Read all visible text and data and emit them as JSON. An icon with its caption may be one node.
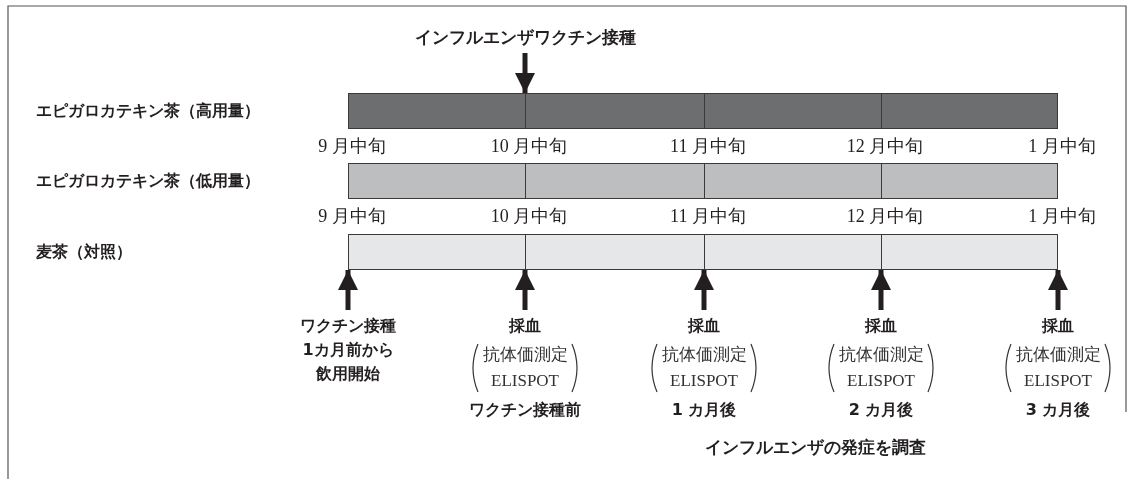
{
  "diagram": {
    "nodes": [
      {
        "text": [
          "インフルエンザワクチン接種"
        ]
      },
      {
        "text": [],
        "shape": "bar"
      },
      {
        "text": [],
        "shape": "bar"
      },
      {
        "text": [],
        "shape": "bar"
      },
      {
        "text": [
          "ワクチン接種1カ月前から飲用開始"
        ]
      },
      {
        "text": [
          "採血",
          "抗体価測定 ELISPOT",
          "ワクチン接種前"
        ]
      },
      {
        "text": [
          "採血",
          "抗体価測定 ELISPOT",
          "1 カ月後"
        ]
      },
      {
        "text": [
          "採血",
          "抗体価測定 ELISPOT",
          "2 カ月後"
        ]
      },
      {
        "text": [
          "採血",
          "抗体価測定 ELISPOT",
          "3 カ月後"
        ]
      }
    ],
    "edges": [
      {
        "from": 0,
        "to": 1,
        "arrow": "to"
      },
      {
        "from": 4,
        "to": 3,
        "arrow": "to"
      },
      {
        "from": 5,
        "to": 3,
        "arrow": "to"
      },
      {
        "from": 6,
        "to": 3,
        "arrow": "to"
      },
      {
        "from": 7,
        "to": 3,
        "arrow": "to"
      },
      {
        "from": 8,
        "to": 3,
        "arrow": "to"
      }
    ],
    "labels": [
      "エピガロカテキン茶（高用量）",
      "9 月中旬",
      "10 月中旬",
      "11 月中旬",
      "12 月中旬",
      "1 月中旬",
      "エピガロカテキン茶（低用量）",
      "9 月中旬",
      "10 月中旬",
      "11 月中旬",
      "12 月中旬",
      "1 月中旬",
      "麦茶（対照）",
      "インフルエンザの発症を調査"
    ]
  }
}
